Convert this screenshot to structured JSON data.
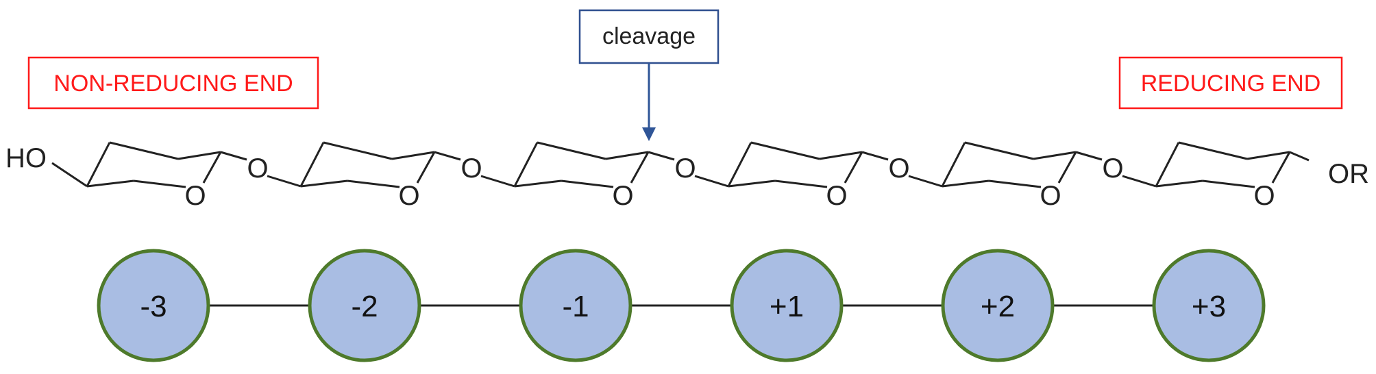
{
  "labels": {
    "non_reducing_end": "NON-REDUCING END",
    "reducing_end": "REDUCING END",
    "cleavage": "cleavage"
  },
  "chain": {
    "terminal_left": "HO",
    "terminal_right": "OR",
    "ring_oxygen": "O",
    "linkage_oxygen": "O",
    "ring_count": 6
  },
  "subsites": [
    "-3",
    "-2",
    "-1",
    "+1",
    "+2",
    "+3"
  ],
  "cleavage_between": [
    "-1",
    "+1"
  ],
  "colors": {
    "end_label": "#ff1a1a",
    "end_box_border": "#ff1a1a",
    "cleavage_box_border": "#2f4f8f",
    "cleavage_arrow": "#2f5597",
    "subsite_fill": "#a9bde3",
    "subsite_border": "#4e7a2b",
    "bond": "#222222"
  }
}
